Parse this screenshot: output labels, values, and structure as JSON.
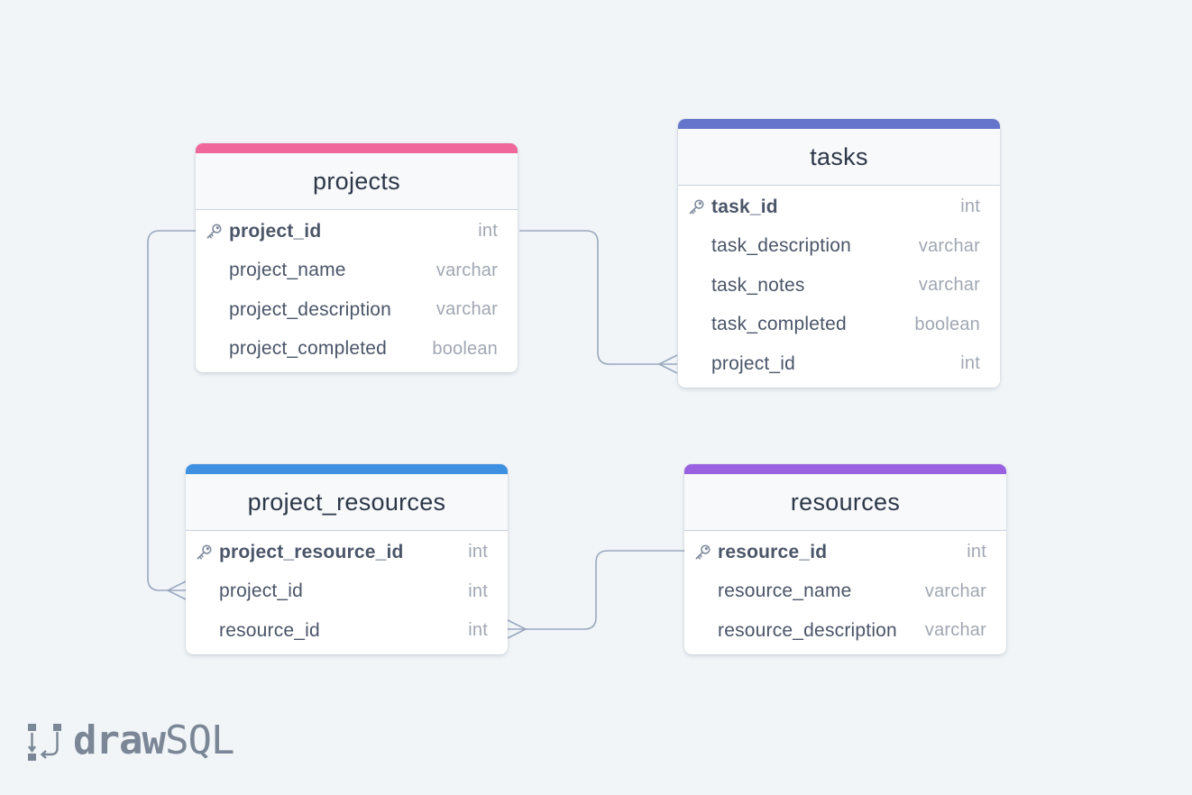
{
  "tables": {
    "projects": {
      "name": "projects",
      "color": "#f0679b",
      "columns": [
        {
          "name": "project_id",
          "type": "int",
          "pk": true
        },
        {
          "name": "project_name",
          "type": "varchar"
        },
        {
          "name": "project_description",
          "type": "varchar"
        },
        {
          "name": "project_completed",
          "type": "boolean"
        }
      ]
    },
    "tasks": {
      "name": "tasks",
      "color": "#6575cb",
      "columns": [
        {
          "name": "task_id",
          "type": "int",
          "pk": true
        },
        {
          "name": "task_description",
          "type": "varchar"
        },
        {
          "name": "task_notes",
          "type": "varchar"
        },
        {
          "name": "task_completed",
          "type": "boolean"
        },
        {
          "name": "project_id",
          "type": "int"
        }
      ]
    },
    "project_resources": {
      "name": "project_resources",
      "color": "#3d91e0",
      "columns": [
        {
          "name": "project_resource_id",
          "type": "int",
          "pk": true
        },
        {
          "name": "project_id",
          "type": "int"
        },
        {
          "name": "resource_id",
          "type": "int"
        }
      ]
    },
    "resources": {
      "name": "resources",
      "color": "#9961e0",
      "columns": [
        {
          "name": "resource_id",
          "type": "int",
          "pk": true
        },
        {
          "name": "resource_name",
          "type": "varchar"
        },
        {
          "name": "resource_description",
          "type": "varchar"
        }
      ]
    }
  },
  "relations": [
    {
      "from": "projects.project_id",
      "to": "tasks.project_id",
      "cardinality": "one-to-many"
    },
    {
      "from": "projects.project_id",
      "to": "project_resources.project_id",
      "cardinality": "one-to-many"
    },
    {
      "from": "resources.resource_id",
      "to": "project_resources.resource_id",
      "cardinality": "one-to-many"
    }
  ],
  "brand": {
    "bold": "draw",
    "light": "SQL"
  },
  "colors": {
    "connector": "#9aa8bf",
    "background": "#f1f5f8"
  }
}
